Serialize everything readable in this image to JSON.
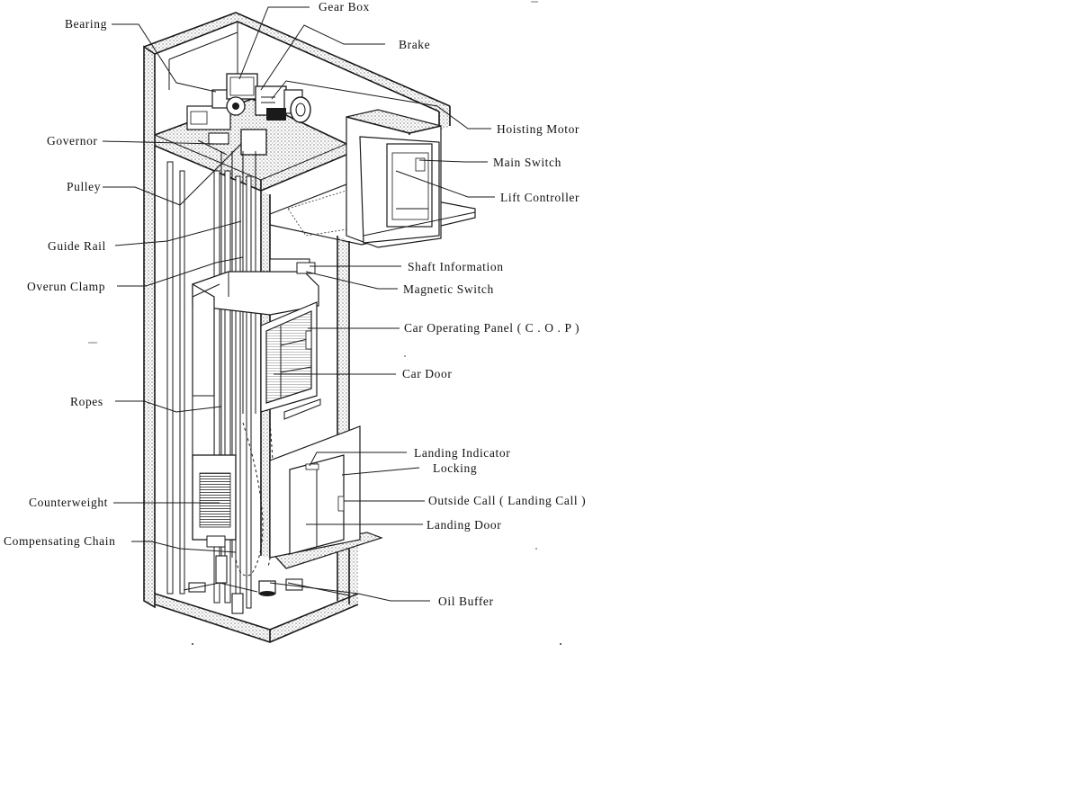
{
  "labels": {
    "bearing": "Bearing",
    "gear_box": "Gear Box",
    "brake": "Brake",
    "hoisting_motor": "Hoisting Motor",
    "governor": "Governor",
    "main_switch": "Main Switch",
    "pulley": "Pulley",
    "lift_controller": "Lift Controller",
    "guide_rail": "Guide Rail",
    "shaft_information": "Shaft Information",
    "overun_clamp": "Overun Clamp",
    "magnetic_switch": "Magnetic Switch",
    "car_operating_panel": "Car Operating Panel ( C . O . P )",
    "car_door": "Car Door",
    "ropes": "Ropes",
    "landing_indicator": "Landing Indicator",
    "locking": "Locking",
    "counterweight": "Counterweight",
    "outside_call": "Outside Call ( Landing Call )",
    "landing_door": "Landing Door",
    "compensating_chain": "Compensating Chain",
    "oil_buffer": "Oil Buffer"
  }
}
